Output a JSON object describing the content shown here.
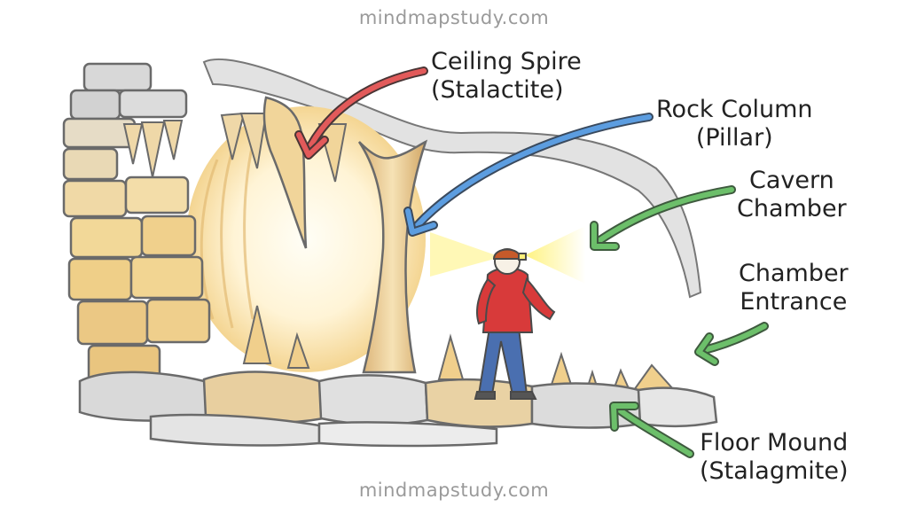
{
  "watermark": {
    "top": "mindmapstudy.com",
    "bottom": "mindmapstudy.com"
  },
  "labels": {
    "spire": {
      "line1": "Ceiling Spire",
      "line2": "(Stalactite)",
      "arrow_color": "#e25a5a"
    },
    "column": {
      "line1": "Rock Column",
      "line2": "(Pillar)",
      "arrow_color": "#5c9de0"
    },
    "chamber": {
      "line1": "Cavern",
      "line2": "Chamber",
      "arrow_color": "#6cbf6a"
    },
    "entrance": {
      "line1": "Chamber",
      "line2": "Entrance",
      "arrow_color": "#6cbf6a"
    },
    "mound": {
      "line1": "Floor Mound",
      "line2": "(Stalagmite)",
      "arrow_color": "#6cbf6a"
    }
  },
  "colors": {
    "rock_light": "#f3ddb0",
    "rock_mid": "#e6c48a",
    "rock_dark": "#c9a56a",
    "ceiling_grey": "#d9d9d9",
    "jacket": "#d83a3a",
    "pants": "#4a6fb0",
    "headlamp_light": "#ffe95a"
  }
}
